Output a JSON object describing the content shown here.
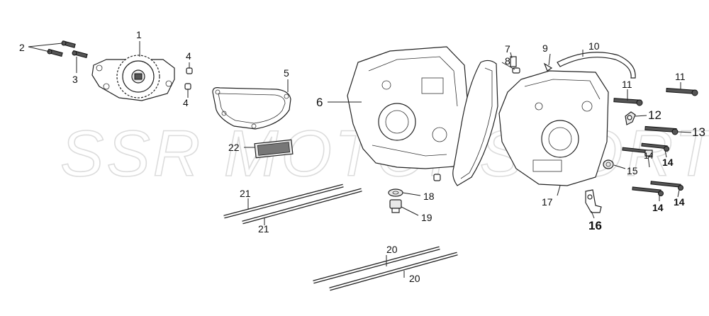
{
  "watermark": "SSR MOTORSPORTS",
  "callouts": {
    "c1": "1",
    "c2": "2",
    "c3": "3",
    "c4a": "4",
    "c4b": "4",
    "c5": "5",
    "c6": "6",
    "c7": "7",
    "c8": "8",
    "c9": "9",
    "c10": "10",
    "c11a": "11",
    "c11b": "11",
    "c12": "12",
    "c13": "13",
    "c14a": "14",
    "c14b": "14",
    "c14c": "14",
    "c15": "15",
    "c16": "16",
    "c17": "17",
    "c18": "18",
    "c19": "19",
    "c20a": "20",
    "c20b": "20",
    "c21a": "21",
    "c21b": "21",
    "c22": "22"
  },
  "colors": {
    "line": "#222222",
    "watermark": "#dcdcdc",
    "background": "#ffffff"
  }
}
